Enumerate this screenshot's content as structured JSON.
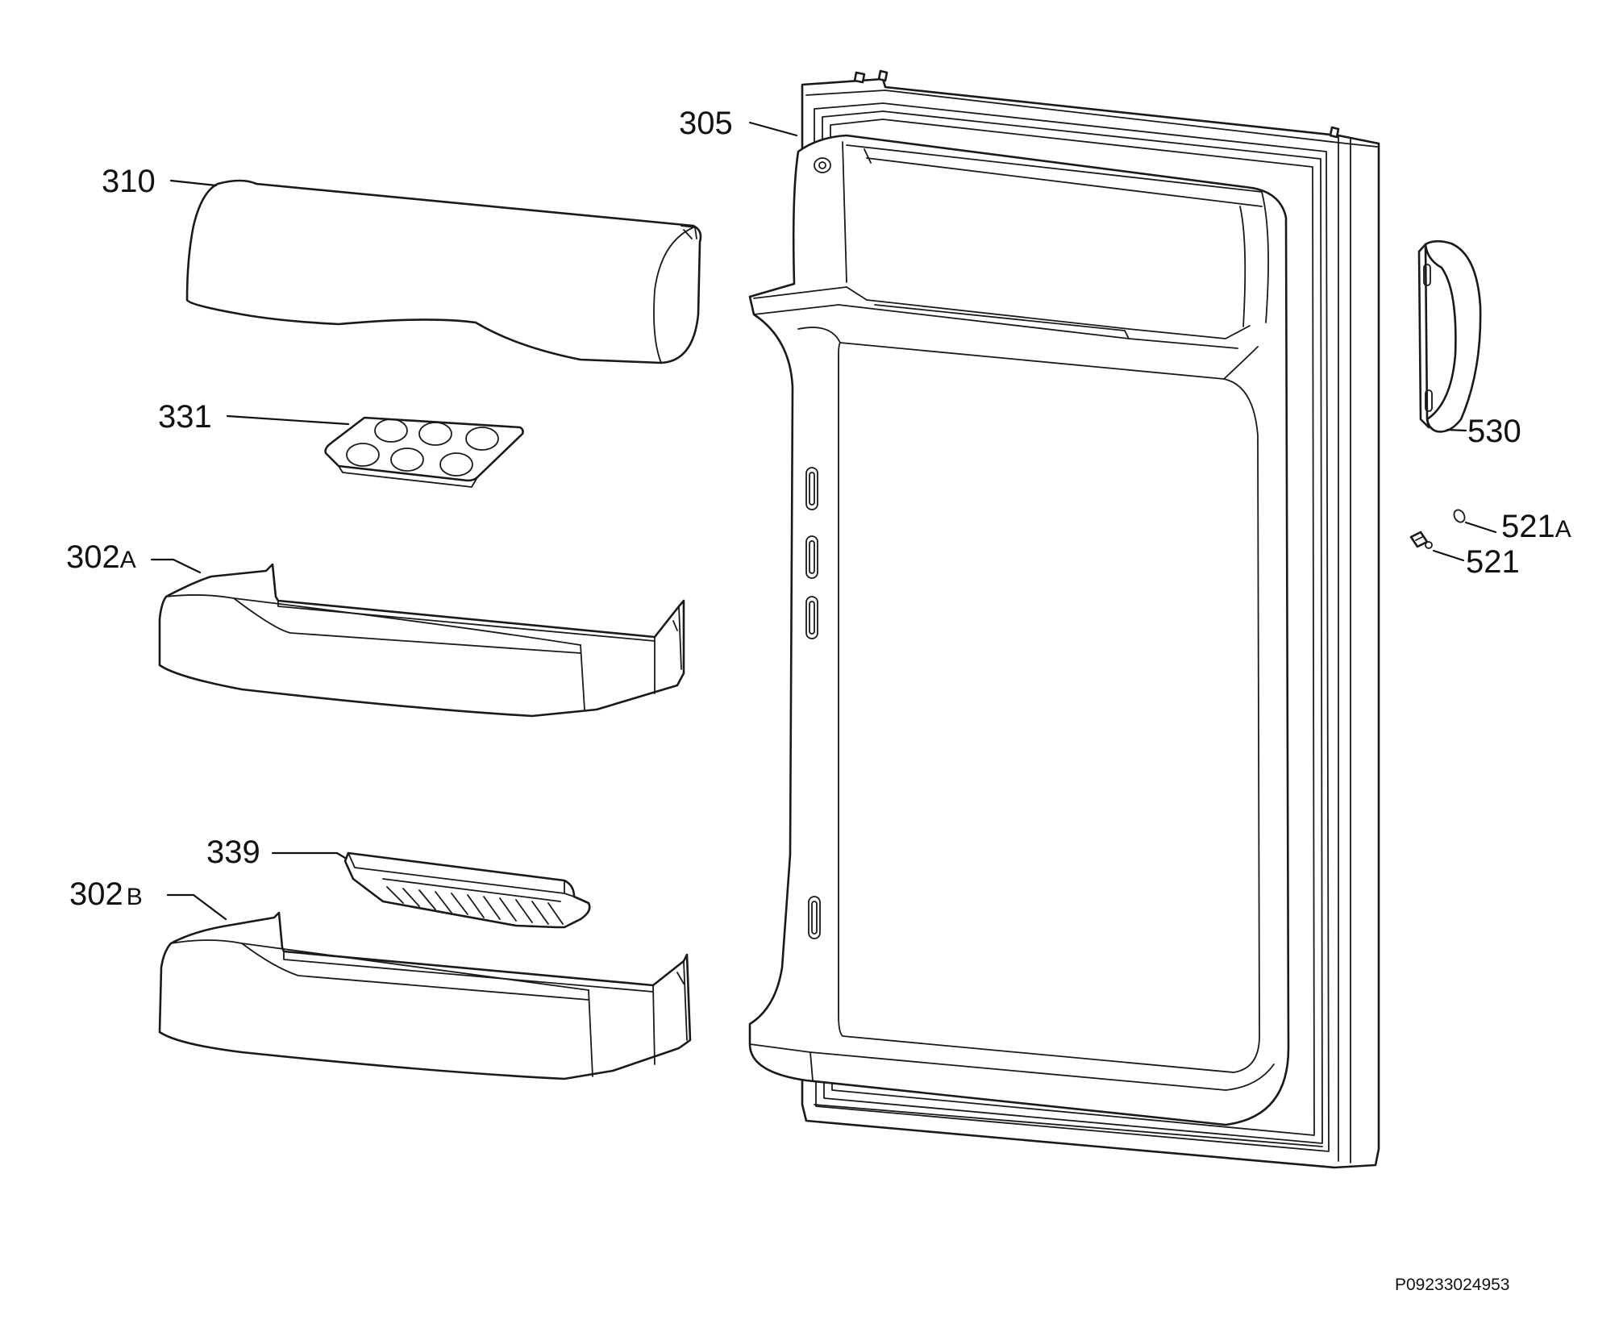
{
  "diagram": {
    "labels": {
      "l305": {
        "num": "305",
        "suffix": ""
      },
      "l310": {
        "num": "310",
        "suffix": ""
      },
      "l331": {
        "num": "331",
        "suffix": ""
      },
      "l302a": {
        "num": "302",
        "suffix": "A"
      },
      "l339": {
        "num": "339",
        "suffix": ""
      },
      "l302b": {
        "num": "302",
        "suffix": "B"
      },
      "l530": {
        "num": "530",
        "suffix": ""
      },
      "l521a": {
        "num": "521",
        "suffix": "A"
      },
      "l521": {
        "num": "521",
        "suffix": ""
      }
    },
    "doc_id": "P09233024953"
  }
}
